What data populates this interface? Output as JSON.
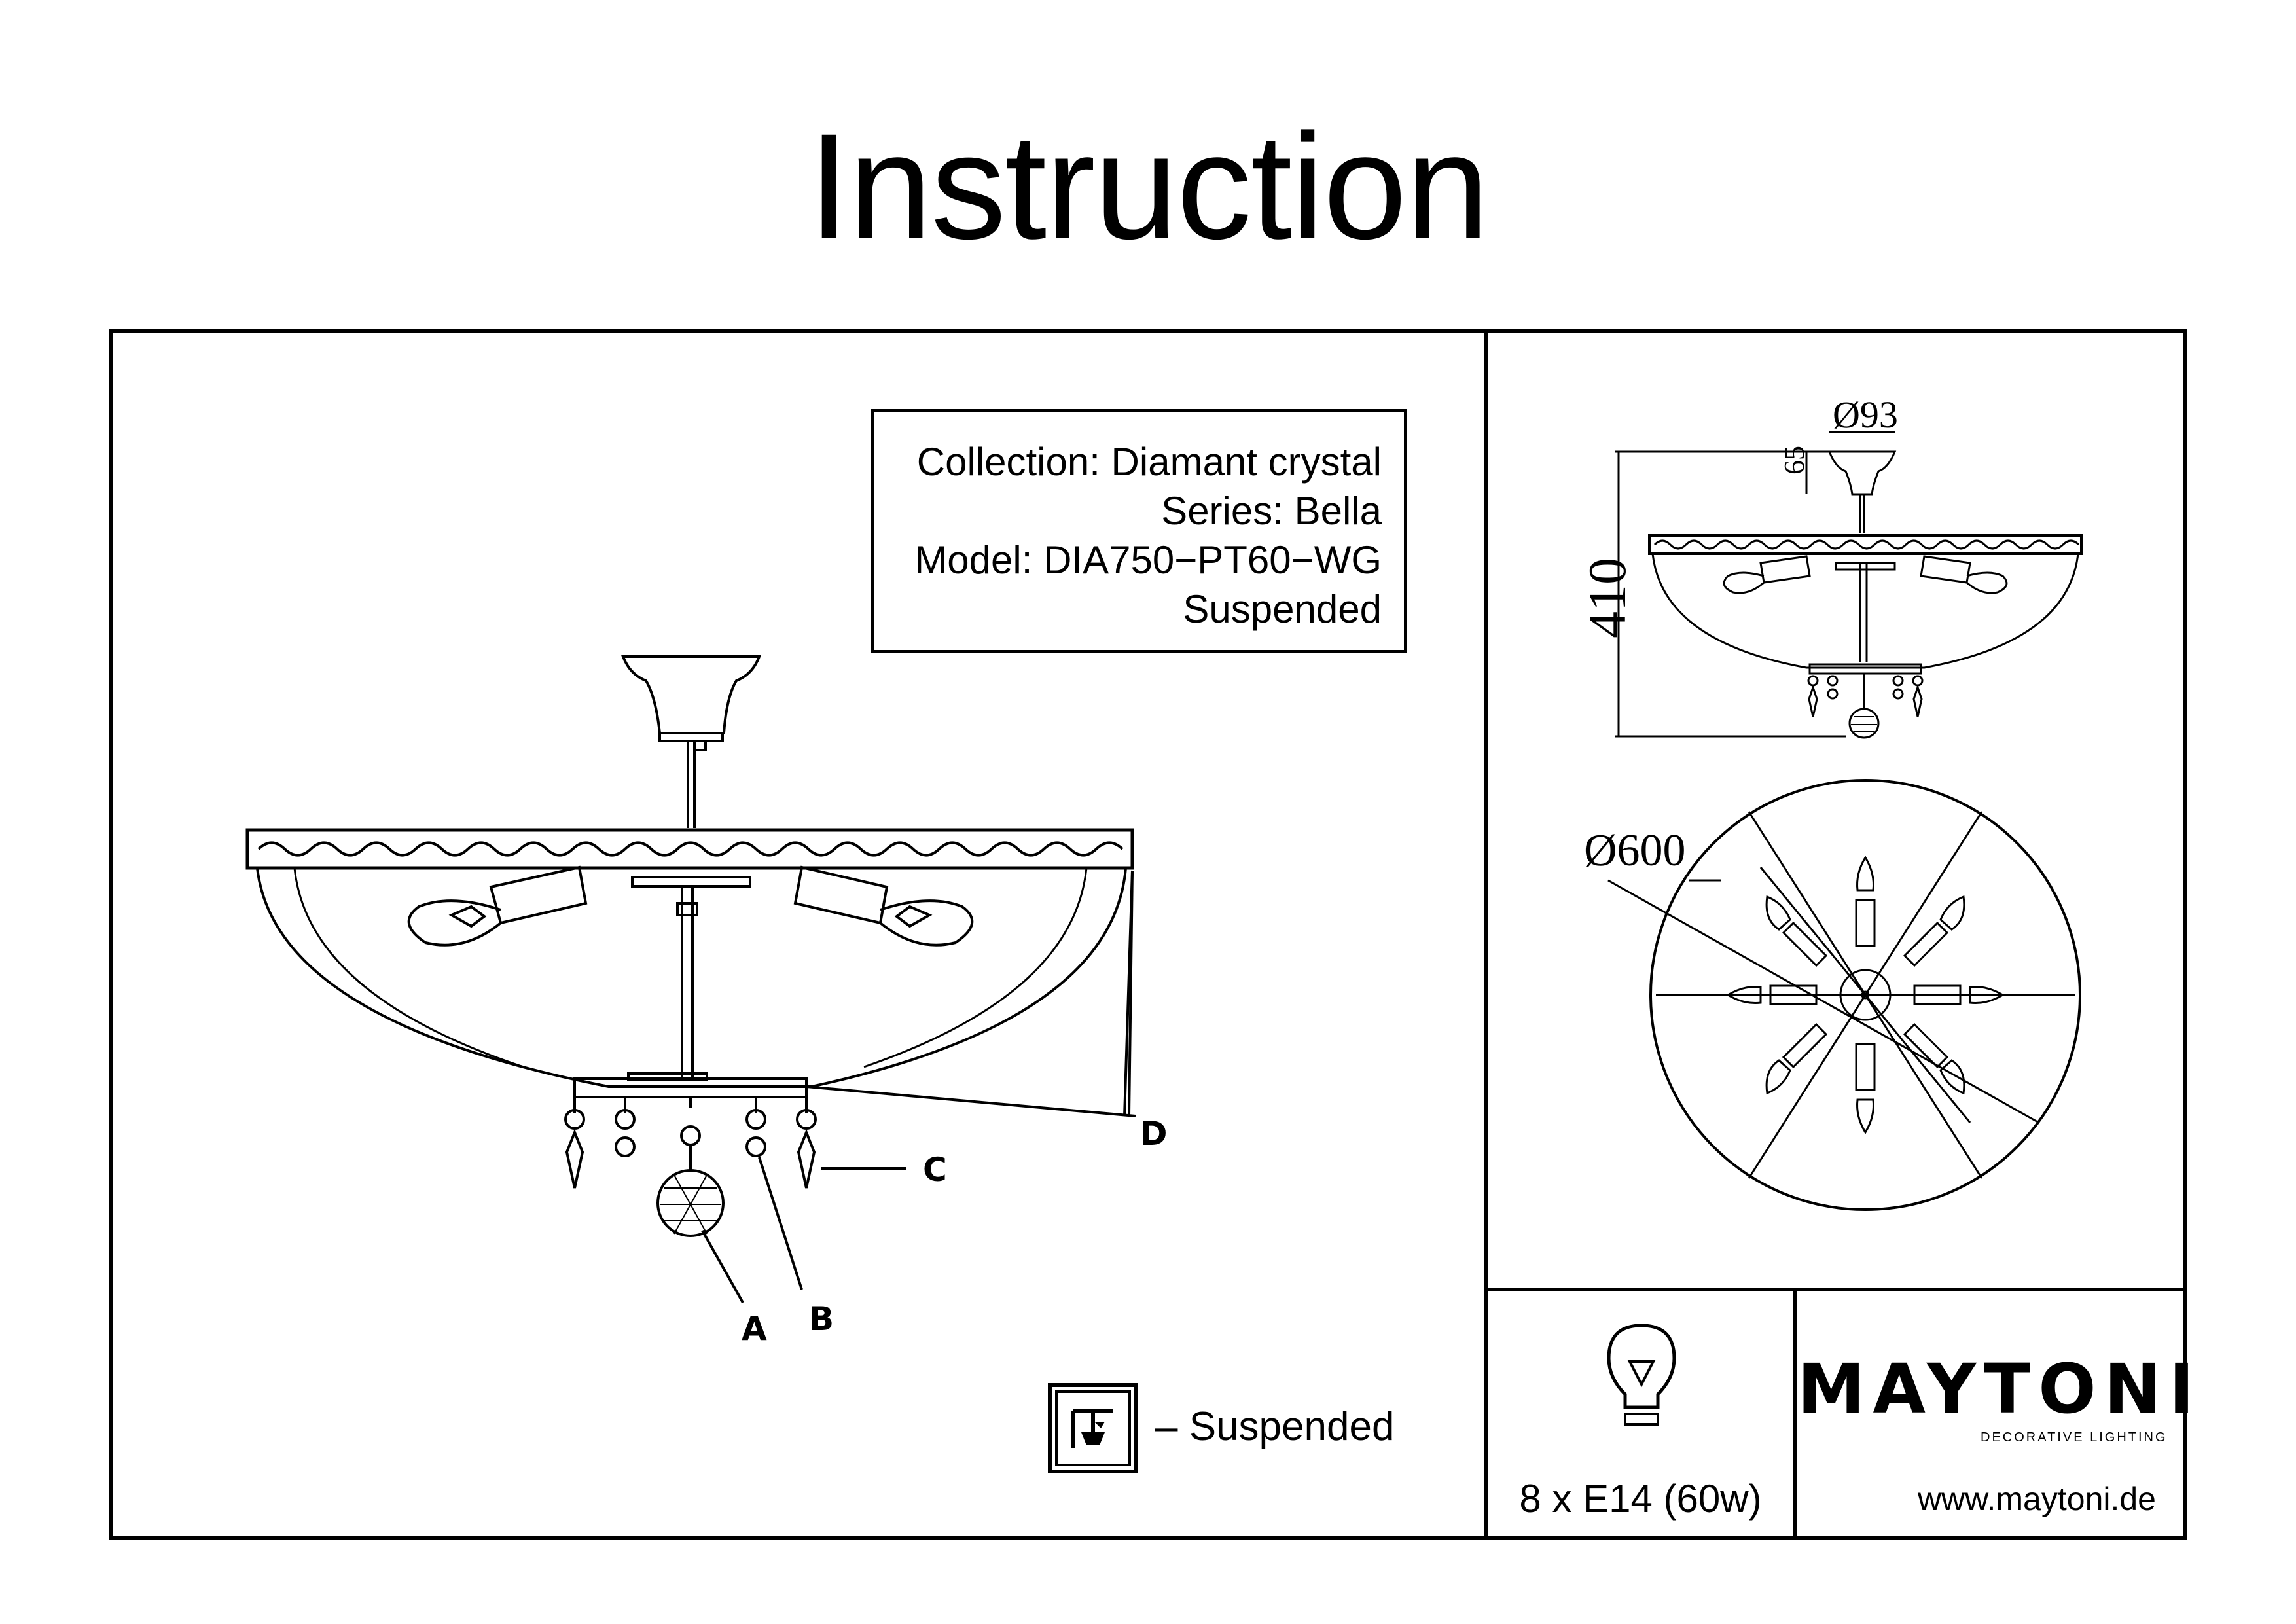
{
  "header": {
    "title": "Instruction"
  },
  "info": {
    "collection": "Collection: Diamant crystal",
    "series": "Series: Bella",
    "model": "Model: DIA750−PT60−WG",
    "type": "Suspended"
  },
  "parts": {
    "a": "A",
    "b": "B",
    "c": "C",
    "d": "D"
  },
  "dimensions": {
    "canopy_diameter": "Ø93",
    "canopy_height": "65",
    "total_height": "410",
    "shade_diameter": "Ø600"
  },
  "legend": {
    "icon": "suspended-mount-icon",
    "label": "– Suspended"
  },
  "bulb": {
    "icon": "light-bulb-icon",
    "spec": "8 x E14 (60w)"
  },
  "brand": {
    "logo": "MAYTONI",
    "tagline": "DECORATIVE LIGHTING",
    "website": "www.maytoni.de"
  }
}
